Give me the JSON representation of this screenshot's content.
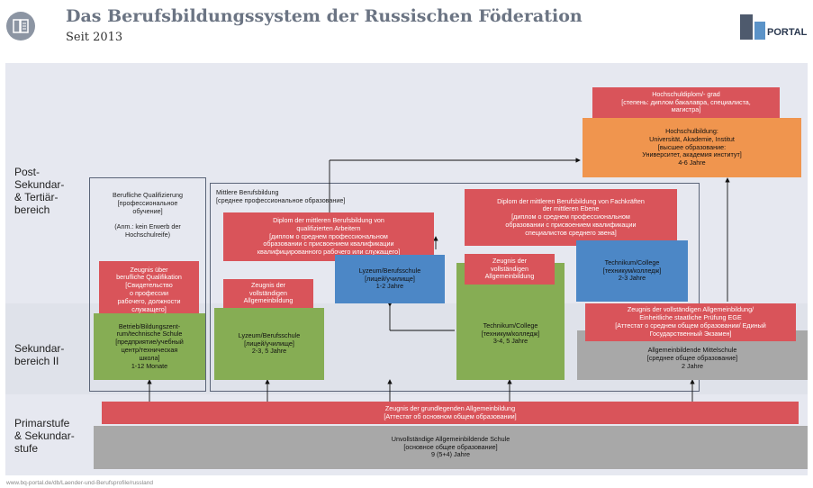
{
  "header": {
    "title": "Das Berufsbildungssystem der Russischen Föderation",
    "subtitle": "Seit 2013",
    "logo_text": "PORTAL",
    "footer_url": "www.bq-portal.de/db/Laender-und-Berufsprofile/russland"
  },
  "tiers": {
    "post": "Post-\nSekundar-\n& Tertiär-\nbereich",
    "sek2": "Sekundar-\nbereich II",
    "prim": "Primarstufe\n& Sekundar-\nstufe"
  },
  "boxes": {
    "hochschuldiplom": "Hochschuldiplom/- grad\n[степень: диплом бакалавра, специалиста,\nмагистра]",
    "hochschulbildung": "Hochschulbildung:\nUniversität, Akademie, Institut\n[высшее образование:\nУниверситет, академия институт]\n4-6 Jahre",
    "berufliche_qual": "Berufliche Qualifizierung\n[профессиональное\nобучение]\n\n(Anm.: kein Erwerb der\nHochschulreife)",
    "mittlere_title": "Mittlere Berufsbildung\n[среднее профессиональное образование]",
    "diplom_arbeiter": "Diplom der mittleren Berufsbildung von\nqualifizierten Arbeitern\n[диплом о среднем профессиональном\nобразовании с присвоением квалификации\nквалифицированного рабочего или служащего]",
    "diplom_fach": "Diplom der mittleren Berufsbildung von Fachkräften\nder mittleren Ebene\n[диплом о среднем профессиональном\nобразовании с присвоением квалификации\nспециалистов среднего звена]",
    "zeugnis_beruf": "Zeugnis über\nberufliche Qualifikation\n[Свидетельство\nо профессии\nрабочего, должности\nслужащего]",
    "betrieb": "Betrieb/Bildungszent-\nrum/technische Schule\n[предприятие/учебный\nцентр/техническая\nшкола]\n1-12 Monate",
    "zeugnis_allg1": "Zeugnis der\nvollständigen\nAllgemeinbildung",
    "lyzeum_green": "Lyzeum/Berufsschule\n[лицей/училище]\n2-3, 5 Jahre",
    "lyzeum_blue": "Lyzeum/Berufsschule\n[лицей/училище]\n1-2 Jahre",
    "zeugnis_allg2": "Zeugnis der\nvollständigen\nAllgemeinbildung",
    "technikum_green": "Technikum/College\n[техникум/колледж]\n3-4, 5 Jahre",
    "technikum_blue": "Technikum/College\n[техникум/колледж]\n2-3 Jahre",
    "zeugnis_ege": "Zeugnis der vollständigen Allgemeinbildung/\nEinheitliche staatliche Prüfung EGE\n[Аттестат о среднем общем образовании/ Единый\nГосударственный Экзамен]",
    "mittelschule": "Allgemeinbildende Mittelschule\n[среднее общее образование]\n2 Jahre",
    "zeugnis_grund": "Zeugnis der grundlegenden Allgemeinbildung\n[Аттестат об основном общем образовании]",
    "unvollstaendig": "Unvollständige Allgemeinbildende Schule\n[основное общее образование]\n9 (5+4) Jahre"
  }
}
